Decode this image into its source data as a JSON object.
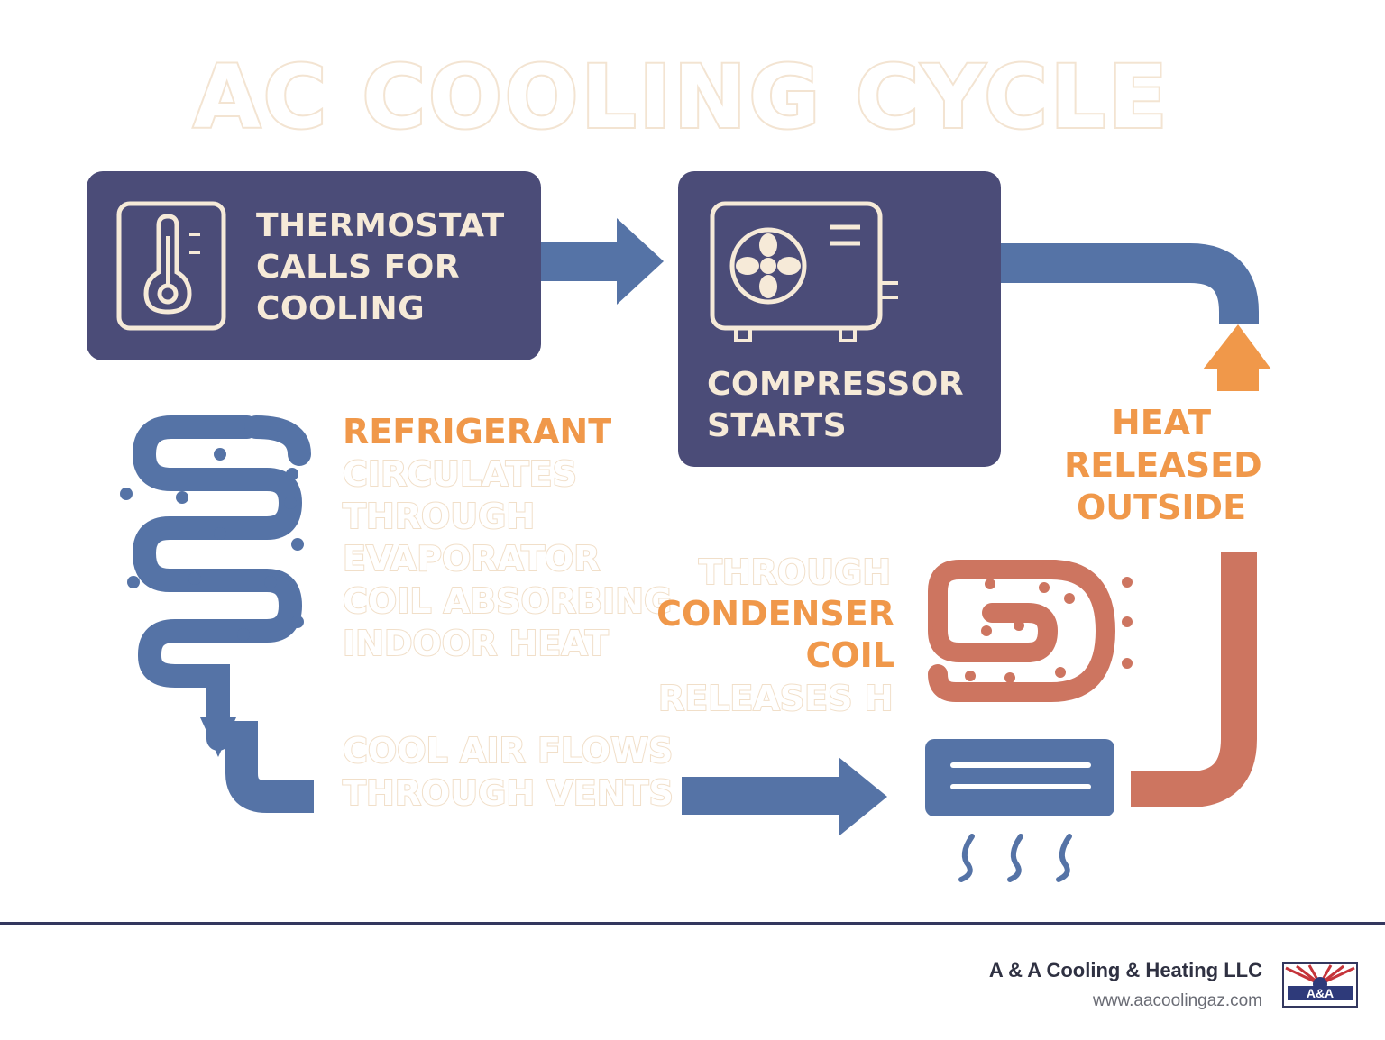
{
  "title": "AC COOLING CYCLE",
  "steps": {
    "thermostat": "THERMOSTAT\nCALLS FOR\nCOOLING",
    "compressor": "COMPRESSOR\nSTARTS",
    "refrigerant_highlight": "REFRIGERANT",
    "refrigerant_rest": "CIRCULATES\nTHROUGH\nEVAPORATOR\nCOIL ABSORBING\nINDOOR HEAT",
    "condenser_through": "THROUGH",
    "condenser_highlight": "CONDENSER\nCOIL",
    "condenser_rest": "RELEASES H",
    "heat_released": "HEAT\nRELEASED\nOUTSIDE",
    "cool_air": "COOL AIR FLOWS\nTHROUGH VENTS"
  },
  "footer": {
    "company": "A & A Cooling & Heating LLC",
    "website": "www.aacoolingaz.com",
    "logo_text": "A&A"
  },
  "colors": {
    "box": "#4b4c78",
    "blue": "#5573a6",
    "orange": "#f0984a",
    "red": "#cd7560",
    "cream": "#f3e4d2"
  }
}
